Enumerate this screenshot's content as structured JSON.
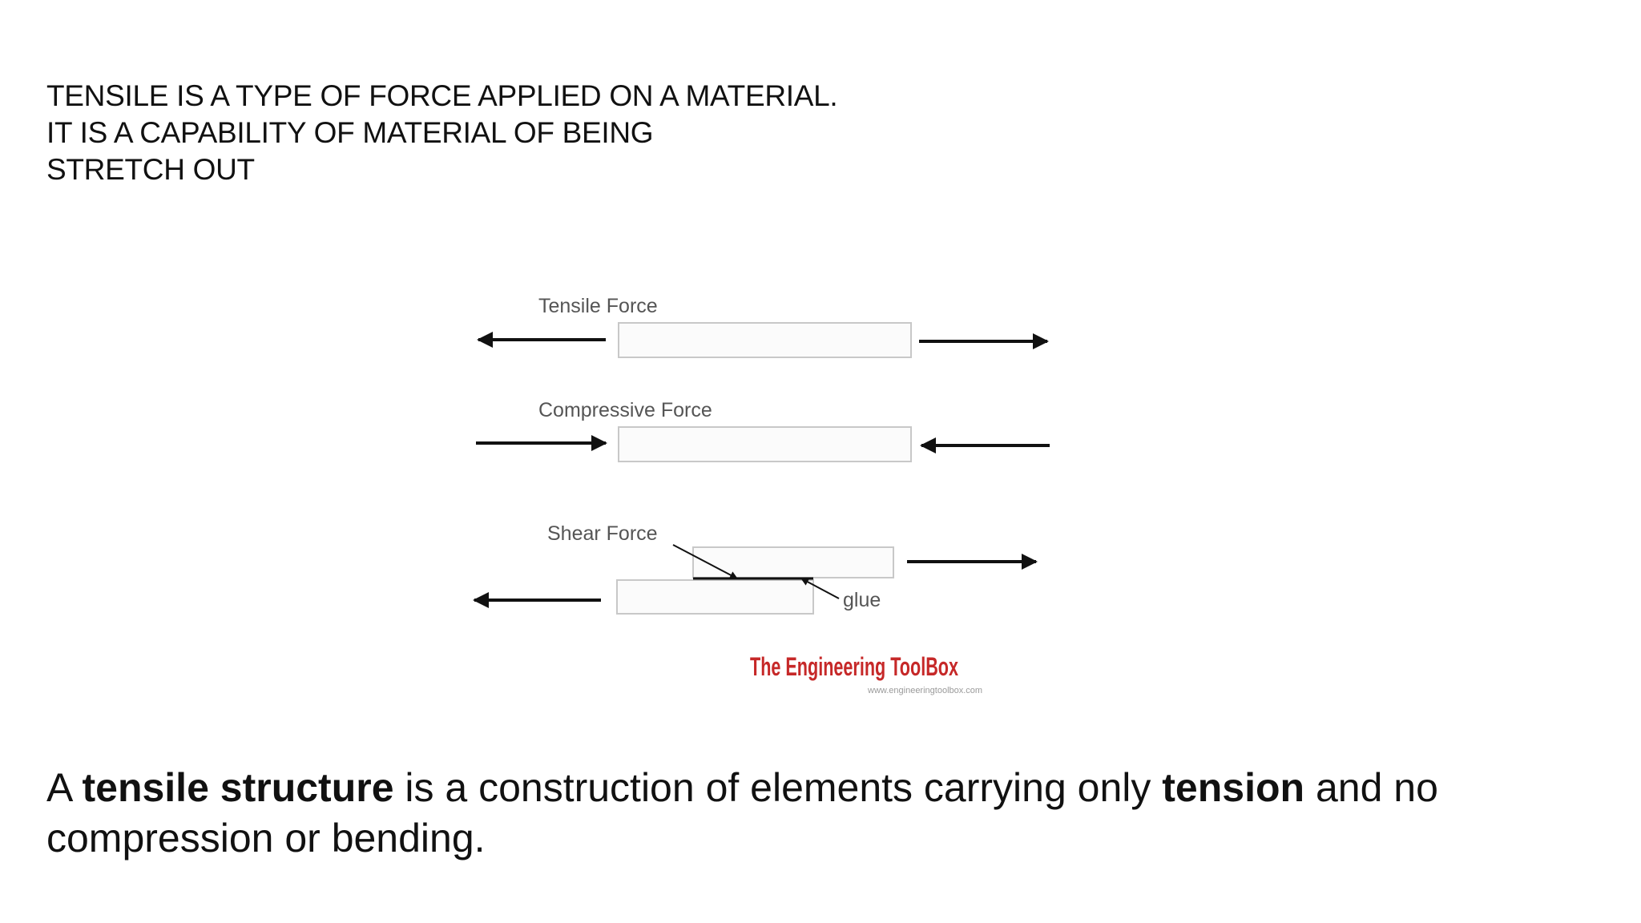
{
  "intro": {
    "lines": [
      "TENSILE IS A TYPE OF FORCE APPLIED ON A MATERIAL.",
      "IT IS A CAPABILITY OF MATERIAL OF BEING",
      "STRETCH OUT"
    ]
  },
  "figure": {
    "tensile_label": "Tensile Force",
    "compressive_label": "Compressive Force",
    "shear_label": "Shear Force",
    "glue_label": "glue",
    "brand_name": "The Engineering ToolBox",
    "brand_url": "www.engineeringtoolbox.com"
  },
  "summary": {
    "prefix": "A ",
    "term": "tensile structure",
    "middle": " is a construction of elements carrying only ",
    "term2": "tension",
    "suffix": " and no compression or bending."
  }
}
